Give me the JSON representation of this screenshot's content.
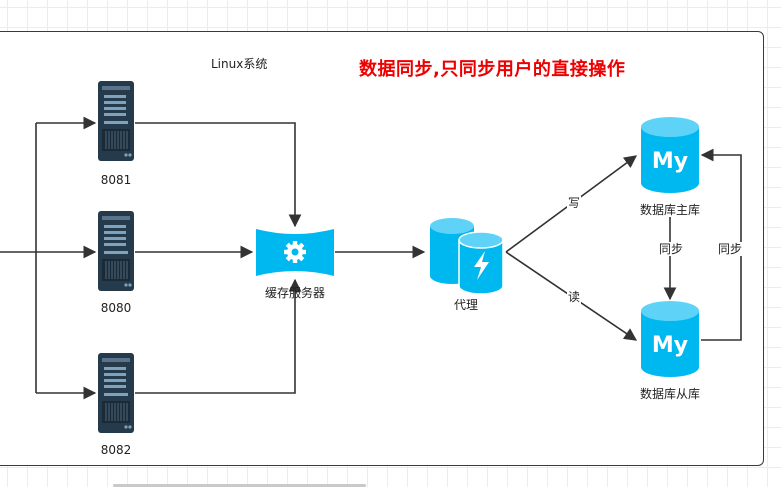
{
  "diagram": {
    "group_title": "Linux系统",
    "headline": "数据同步,只同步用户的直接操作",
    "servers": [
      {
        "label": "8081"
      },
      {
        "label": "8080"
      },
      {
        "label": "8082"
      }
    ],
    "cache_server": {
      "label": "缓存服务器",
      "icon": "gear-icon"
    },
    "proxy": {
      "label": "代理",
      "icon": "lightning-icon"
    },
    "db_master": {
      "label": "数据库主库",
      "icon_text": "My"
    },
    "db_slave": {
      "label": "数据库从库",
      "icon_text": "My"
    },
    "edges": {
      "write": "写",
      "read": "读",
      "sync_down": "同步",
      "sync_up": "同步"
    },
    "colors": {
      "server_dark": "#253a4a",
      "accent_blue": "#00b8f0",
      "headline_red": "#ee0000",
      "line": "#333333"
    }
  }
}
